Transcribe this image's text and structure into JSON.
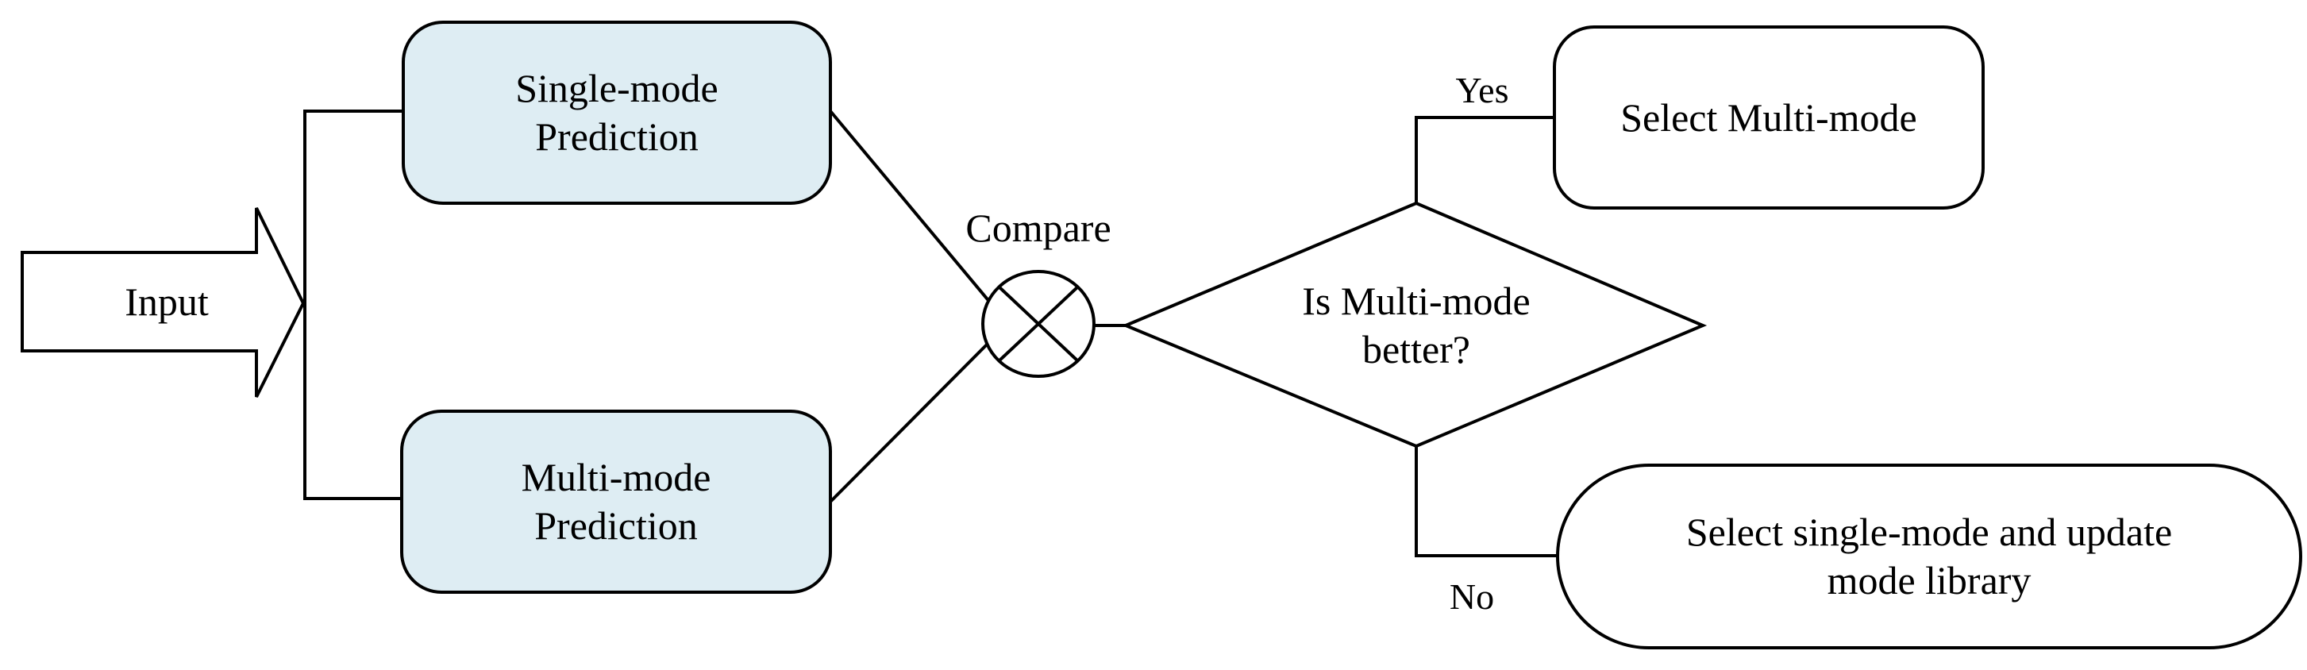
{
  "diagram": {
    "input": "Input",
    "single_mode": {
      "line1": "Single-mode",
      "line2": "Prediction"
    },
    "multi_mode": {
      "line1": "Multi-mode",
      "line2": "Prediction"
    },
    "compare": "Compare",
    "decision": {
      "line1": "Is Multi-mode",
      "line2": "better?"
    },
    "yes": "Yes",
    "no": "No",
    "select_multi": "Select Multi-mode",
    "select_single": {
      "line1": "Select single-mode and update",
      "line2": "mode library"
    }
  },
  "colors": {
    "prediction_fill": "#deedf3",
    "stroke": "#000000",
    "background": "#ffffff"
  }
}
